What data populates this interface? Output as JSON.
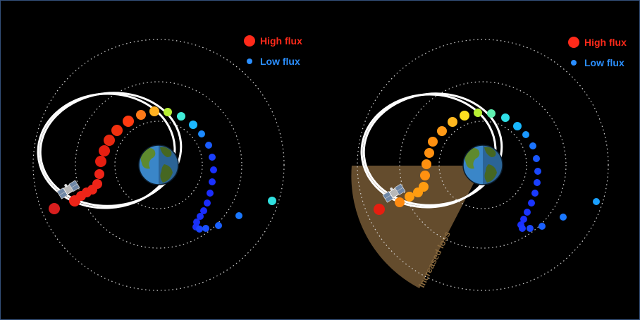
{
  "legend": {
    "high": {
      "label": "High flux",
      "color": "#ff2a1a"
    },
    "low": {
      "label": "Low flux",
      "color": "#2b8fff"
    }
  },
  "loss_region": {
    "label": "Increased loss",
    "color": "#8a6a3e"
  },
  "colors": {
    "background": "#000000",
    "orbit": "#ffffff",
    "shell": "#cfcfcf",
    "earth_ocean": "#3a86c8",
    "earth_land": "#5e8a2e"
  },
  "icons": [
    "earth-icon",
    "satellite-icon"
  ],
  "panels": [
    {
      "name": "panel-left",
      "shows_loss_region": false
    },
    {
      "name": "panel-right",
      "shows_loss_region": true
    }
  ]
}
